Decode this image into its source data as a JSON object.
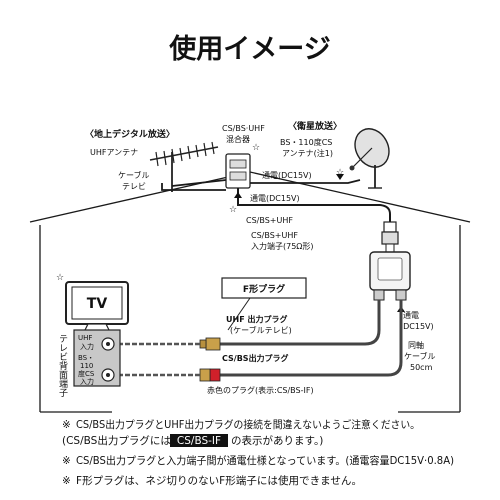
{
  "title": "使用イメージ",
  "terrestrial": {
    "heading": "〈地上デジタル放送〉",
    "antenna_label": "UHFアンテナ",
    "cable_label_line1": "ケーブル",
    "cable_label_line2": "テレビ"
  },
  "mixer": {
    "label_line1": "CS/BS·UHF",
    "label_line2": "混合器"
  },
  "satellite": {
    "heading": "〈衛星放送〉",
    "label_line1": "BS・110度CS",
    "label_line2": "アンテナ(注1)",
    "power": "通電(DC15V)"
  },
  "cable_run": {
    "power": "通電(DC15V)",
    "signal": "CS/BS+UHF",
    "input_line1": "CS/BS+UHF",
    "input_line2": "入力端子(75Ω形)"
  },
  "splitter": {
    "power_line1": "通電",
    "power_line2": "(DC15V)",
    "cable_line1": "同軸",
    "cable_line2": "ケーブル",
    "cable_line3": "50cm"
  },
  "tv": {
    "label": "TV",
    "terminal_label": "テレビ背面端子",
    "uhf_port_line1": "UHF",
    "uhf_port_line2": "入力",
    "bs_port_line1": "BS・",
    "bs_port_line2": "110",
    "bs_port_line3": "度CS",
    "bs_port_line4": "入力"
  },
  "plugs": {
    "f_plug_title": "F形プラグ",
    "uhf_plug_line1": "UHF 出力プラグ",
    "uhf_plug_line2": "(ケーブルテレビ)",
    "bs_plug": "CS/BS出力プラグ",
    "red_plug_note": "赤色のプラグ(表示:CS/BS-IF)"
  },
  "notes": {
    "n1_mark": "※",
    "n1_line1": "CS/BS出力プラグとUHF出力プラグの接続を間違えないようご注意ください。",
    "n1_line2_pre": "(CS/BS出力プラグには",
    "n1_badge": "CS/BS-IF",
    "n1_line2_post": "の表示があります。)",
    "n2_mark": "※",
    "n2_text": "CS/BS出力プラグと入力端子間が通電仕様となっています。(通電容量DC15V·0.8A)",
    "n3_mark": "※",
    "n3_text": "F形プラグは、ネジ切りのないF形端子には使用できません。"
  },
  "colors": {
    "red_plug": "#d0202a",
    "gold_plug": "#c9a04a"
  }
}
